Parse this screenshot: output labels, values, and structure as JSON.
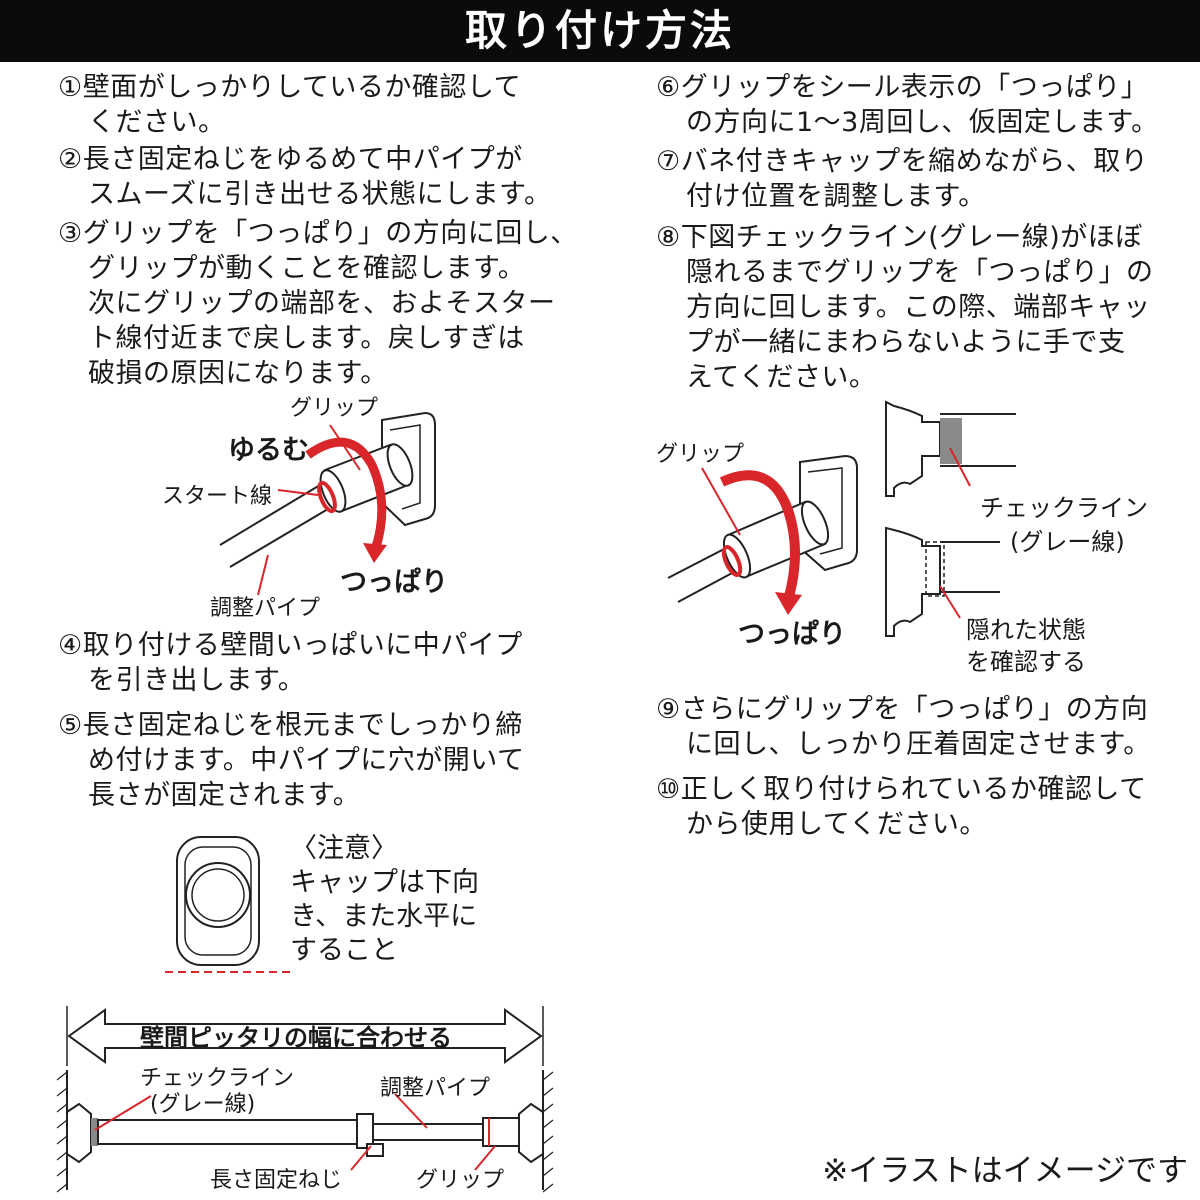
{
  "header": {
    "title": "取り付け方法"
  },
  "steps": [
    {
      "num": "①",
      "lines": [
        "壁面がしっかりしているか確認して",
        "ください。"
      ]
    },
    {
      "num": "②",
      "lines": [
        "長さ固定ねじをゆるめて中パイプが",
        "スムーズに引き出せる状態にします。"
      ]
    },
    {
      "num": "③",
      "lines": [
        "グリップを「つっぱり」の方向に回し、",
        "グリップが動くことを確認します。",
        "次にグリップの端部を、およそスター",
        "ト線付近まで戻します。戻しすぎは",
        "破損の原因になります。"
      ]
    },
    {
      "num": "④",
      "lines": [
        "取り付ける壁間いっぱいに中パイプ",
        "を引き出します。"
      ]
    },
    {
      "num": "⑤",
      "lines": [
        "長さ固定ねじを根元までしっかり締",
        "め付けます。中パイプに穴が開いて",
        "長さが固定されます。"
      ]
    },
    {
      "num": "⑥",
      "lines": [
        "グリップをシール表示の「つっぱり」",
        "の方向に1～3周回し、仮固定します。"
      ]
    },
    {
      "num": "⑦",
      "lines": [
        "バネ付きキャップを縮めながら、取り",
        "付け位置を調整します。"
      ]
    },
    {
      "num": "⑧",
      "lines": [
        "下図チェックライン(グレー線)がほぼ",
        "隠れるまでグリップを「つっぱり」の",
        "方向に回します。この際、端部キャッ",
        "プが一緒にまわらないように手で支",
        "えてください。"
      ]
    },
    {
      "num": "⑨",
      "lines": [
        "さらにグリップを「つっぱり」の方向",
        "に回し、しっかり圧着固定させます。"
      ]
    },
    {
      "num": "⑩",
      "lines": [
        "正しく取り付けられているか確認して",
        "から使用してください。"
      ]
    }
  ],
  "fig1": {
    "grip": "グリップ",
    "loosen": "ゆるむ",
    "start_line": "スタート線",
    "tighten": "つっぱり",
    "pipe": "調整パイプ"
  },
  "fig2": {
    "grip": "グリップ",
    "tighten": "つっぱり",
    "check_line": "チェックライン",
    "check_line_sub": "(グレー線)",
    "hidden_1": "隠れた状態",
    "hidden_2": "を確認する"
  },
  "caution": {
    "title": "〈注意〉",
    "lines": [
      "キャップは下向",
      "き、また水平に",
      "すること"
    ]
  },
  "fig3": {
    "span": "壁間ピッタリの幅に合わせる",
    "check_line": "チェックライン",
    "check_line_sub": "(グレー線)",
    "pipe": "調整パイプ",
    "screw": "長さ固定ねじ",
    "grip": "グリップ"
  },
  "footer": {
    "note": "※イラストはイメージです"
  },
  "colors": {
    "accent_red": "#d9262b",
    "header_bg": "#0b0b0b",
    "grey_line": "#8a8a8a"
  }
}
